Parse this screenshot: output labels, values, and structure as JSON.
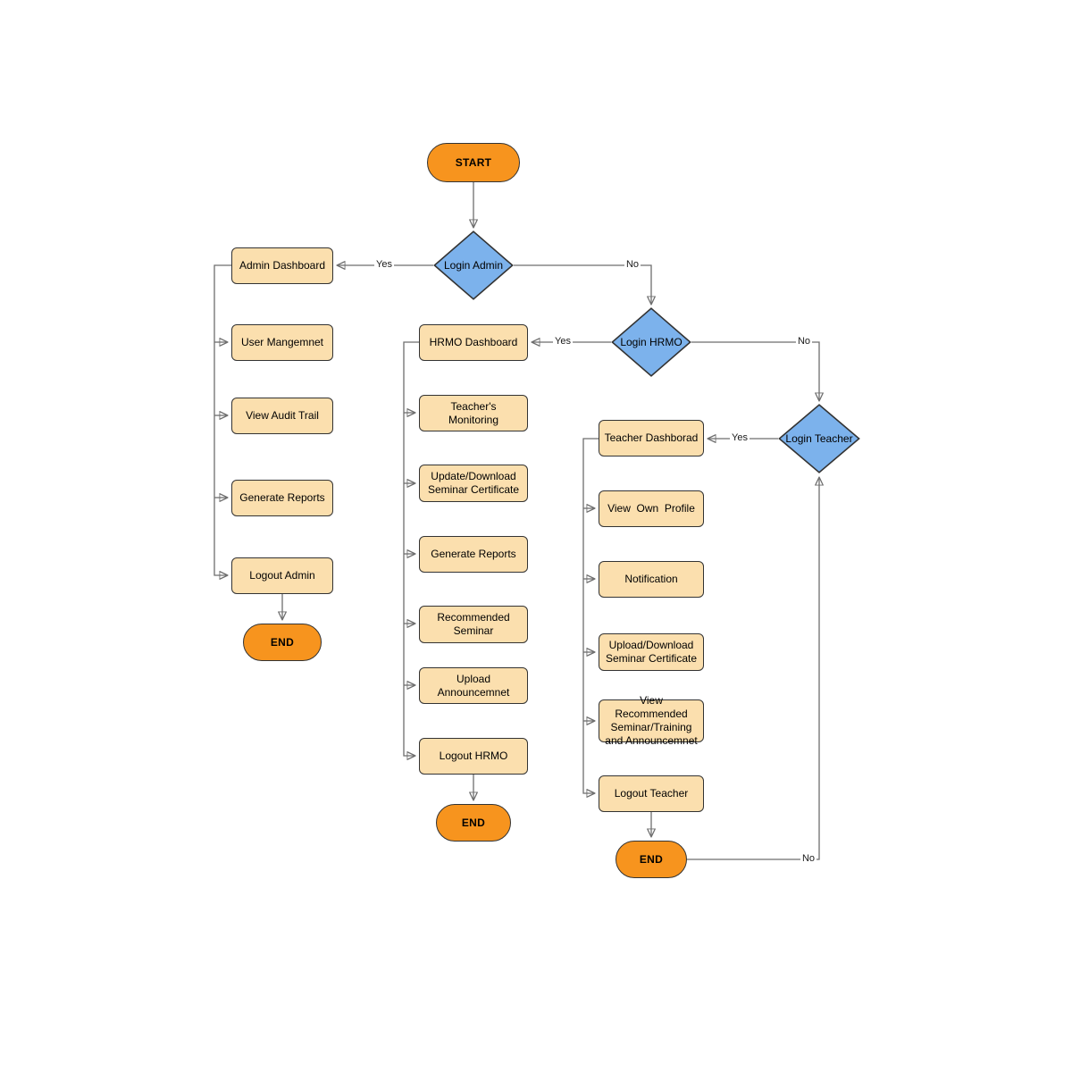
{
  "diagram": {
    "nodes": {
      "start": "START",
      "login_admin": "Login Admin",
      "admin_dashboard": "Admin Dashboard",
      "user_mangemnet": "User Mangemnet",
      "view_audit_trail": "View Audit Trail",
      "generate_reports_admin": "Generate Reports",
      "logout_admin": "Logout Admin",
      "end_admin": "END",
      "login_hrmo": "Login HRMO",
      "hrmo_dashboard": "HRMO Dashboard",
      "teachers_monitoring": "Teacher's  Monitoring",
      "update_download_seminar_certificate": "Update/Download Seminar Certificate",
      "generate_reports_hrmo": "Generate Reports",
      "recommended_seminar": "Recommended Seminar",
      "upload_announcemnet": "Upload Announcemnet",
      "logout_hrmo": "Logout HRMO",
      "end_hrmo": "END",
      "login_teacher": "Login Teacher",
      "teacher_dashborad": "Teacher Dashborad",
      "view_own_profile": "View  Own  Profile",
      "notification": "Notification",
      "upload_download_seminar_certificate": "Upload/Download Seminar Certificate",
      "view_recommended_seminar_training": "View Recommended Seminar/Training and Announcemnet",
      "logout_teacher": "Logout Teacher",
      "end_teacher": "END"
    },
    "edge_labels": {
      "login_admin_yes": "Yes",
      "login_admin_no": "No",
      "login_hrmo_yes": "Yes",
      "login_hrmo_no": "No",
      "login_teacher_yes": "Yes",
      "login_teacher_no": "No"
    },
    "colors": {
      "terminal_fill": "#F7941E",
      "process_fill": "#FBDFAE",
      "decision_fill": "#7CB2EC",
      "shape_stroke": "#333333",
      "connector": "#6E6E6E"
    }
  }
}
